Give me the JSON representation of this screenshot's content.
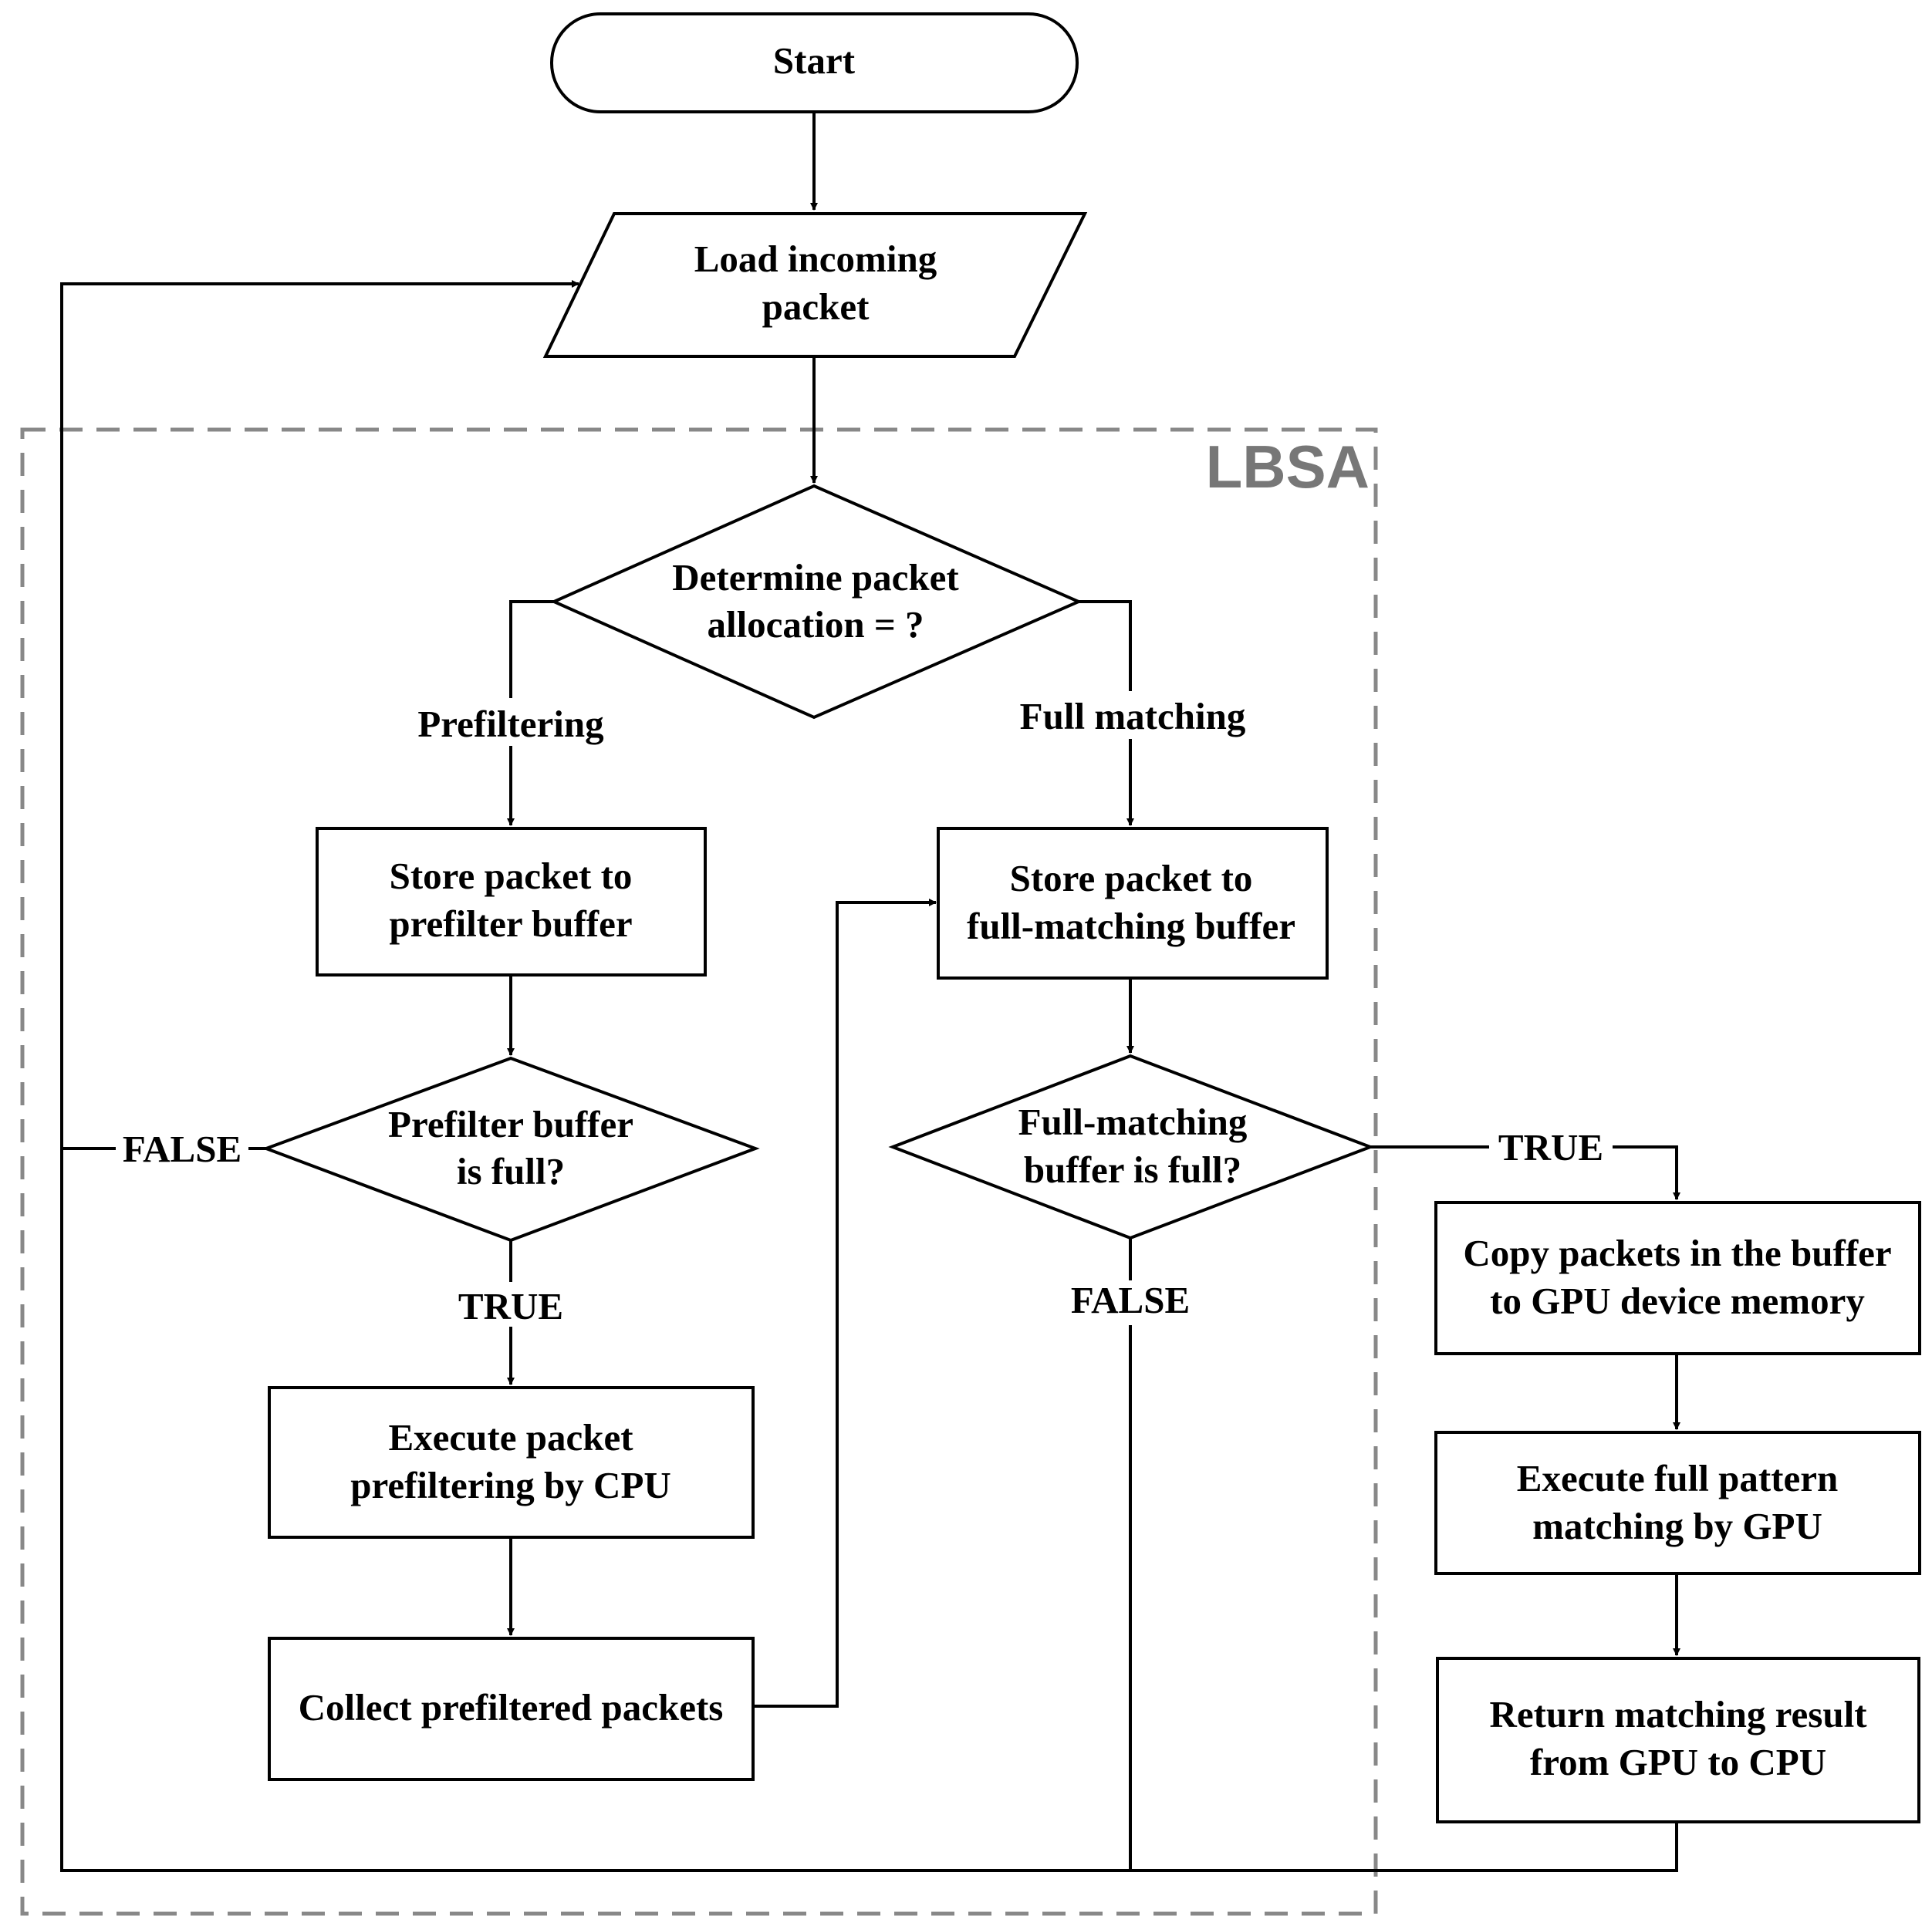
{
  "diagram": {
    "region": {
      "label": "LBSA"
    },
    "nodes": {
      "start": {
        "lines": [
          "Start"
        ]
      },
      "load": {
        "lines": [
          "Load incoming",
          "packet"
        ]
      },
      "determine": {
        "lines": [
          "Determine packet",
          "allocation = ?"
        ]
      },
      "store_prefilter": {
        "lines": [
          "Store packet to",
          "prefilter buffer"
        ]
      },
      "store_full": {
        "lines": [
          "Store packet to",
          "full-matching buffer"
        ]
      },
      "prefilter_full": {
        "lines": [
          "Prefilter buffer",
          "is full?"
        ]
      },
      "fullmatch_full": {
        "lines": [
          "Full-matching",
          "buffer is full?"
        ]
      },
      "execute_prefilter": {
        "lines": [
          "Execute packet",
          "prefiltering by CPU"
        ]
      },
      "collect": {
        "lines": [
          "Collect prefiltered packets"
        ]
      },
      "copy": {
        "lines": [
          "Copy packets in the buffer",
          "to GPU device memory"
        ]
      },
      "execute_full": {
        "lines": [
          "Execute full pattern",
          "matching by GPU"
        ]
      },
      "return": {
        "lines": [
          "Return matching result",
          "from GPU to CPU"
        ]
      }
    },
    "edge_labels": {
      "prefiltering": "Prefiltering",
      "full_matching": "Full matching",
      "prefilter_false": "FALSE",
      "prefilter_true": "TRUE",
      "fullmatch_true": "TRUE",
      "fullmatch_false": "FALSE"
    }
  }
}
